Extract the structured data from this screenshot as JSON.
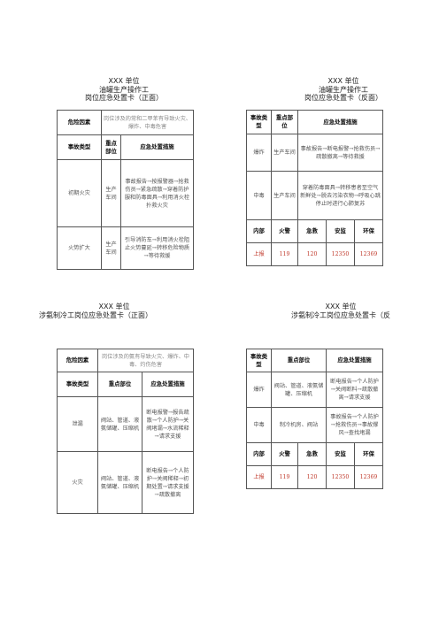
{
  "cards": [
    {
      "title1": "XXX 单位",
      "title2": "油罐生产操作工",
      "title3": "岗位应急处置卡（正面）",
      "hazard_label": "危险因素",
      "hazard_text": "岗位涉及的常和二甲苯有导致火灾、爆炸、中毒危害",
      "col1": "事故类型",
      "col2": "重点部位",
      "col3": "应急处置措施",
      "rows": [
        {
          "type": "初期火灾",
          "part": "生产车间",
          "measure": "事故报告→按报警器→抢救伤员→紧急疏散→穿着防护服和防毒面具→利用消火栓扑救火灾"
        },
        {
          "type": "火势扩大",
          "part": "生产车间",
          "measure": "引导消防车→利用消火栓阻止火势蔓延→转移危险物质→等待救援"
        }
      ]
    },
    {
      "title1": "XXX 单位",
      "title2": "油罐生产操作工",
      "title3": "岗位应急处置卡（反面）",
      "col1": "事故类型",
      "col2": "重点部位",
      "col3": "应急处置措施",
      "rows": [
        {
          "type": "爆炸",
          "part": "生产车间",
          "measure": "事故报告→断电报警→抢救伤员→疏散撤离→等待救援"
        },
        {
          "type": "中毒",
          "part": "生产车间",
          "measure": "穿着防毒面具→转移患者至空气新鲜处→脱去污染衣物→呼吸心跳停止时进行心肺复苏"
        }
      ],
      "contacts": {
        "labels": [
          "内部",
          "火警",
          "急救",
          "安监",
          "环保"
        ],
        "values": [
          "上报",
          "119",
          "120",
          "12350",
          "12369"
        ]
      }
    },
    {
      "title1": "XXX 单位",
      "title2": "涉氨制冷工岗位应急处置卡（正面）",
      "hazard_label": "危险因素",
      "hazard_text": "岗位涉及的氨有导致火灾、爆炸、中毒、灼伤危害",
      "col1": "事故类型",
      "col2": "重点部位",
      "col3": "应急处置措施",
      "rows": [
        {
          "type": "泄漏",
          "part": "阀站、管道、液氨储罐、压缩机",
          "measure": "断电报警→报告疏散→个人防护→关阀堵漏→水流稀释→请求支援"
        },
        {
          "type": "火灾",
          "part": "阀站、管道、液氨储罐、压缩机",
          "measure": "断电报告→个人防护→关阀稀释→初期处置→请求支援→疏散撤离"
        }
      ]
    },
    {
      "title1": "XXX 单位",
      "title2": "涉氨制冷工岗位应急处置卡（反",
      "col1": "事故类型",
      "col2": "重点部位",
      "col3": "应急处置措施",
      "rows": [
        {
          "type": "爆炸",
          "part": "阀站、管道、液氨储罐、压缩机",
          "measure": "断电报告→个人防护→关阀断料→疏散撤离→请求支援"
        },
        {
          "type": "中毒",
          "part": "制冷机房、阀站",
          "measure": "事故报告→个人防护→抢救伤员→事故撑风→查找堵漏"
        }
      ],
      "contacts": {
        "labels": [
          "内部",
          "火警",
          "急救",
          "安监",
          "环保"
        ],
        "values": [
          "上报",
          "119",
          "120",
          "12350",
          "12369"
        ]
      }
    }
  ]
}
